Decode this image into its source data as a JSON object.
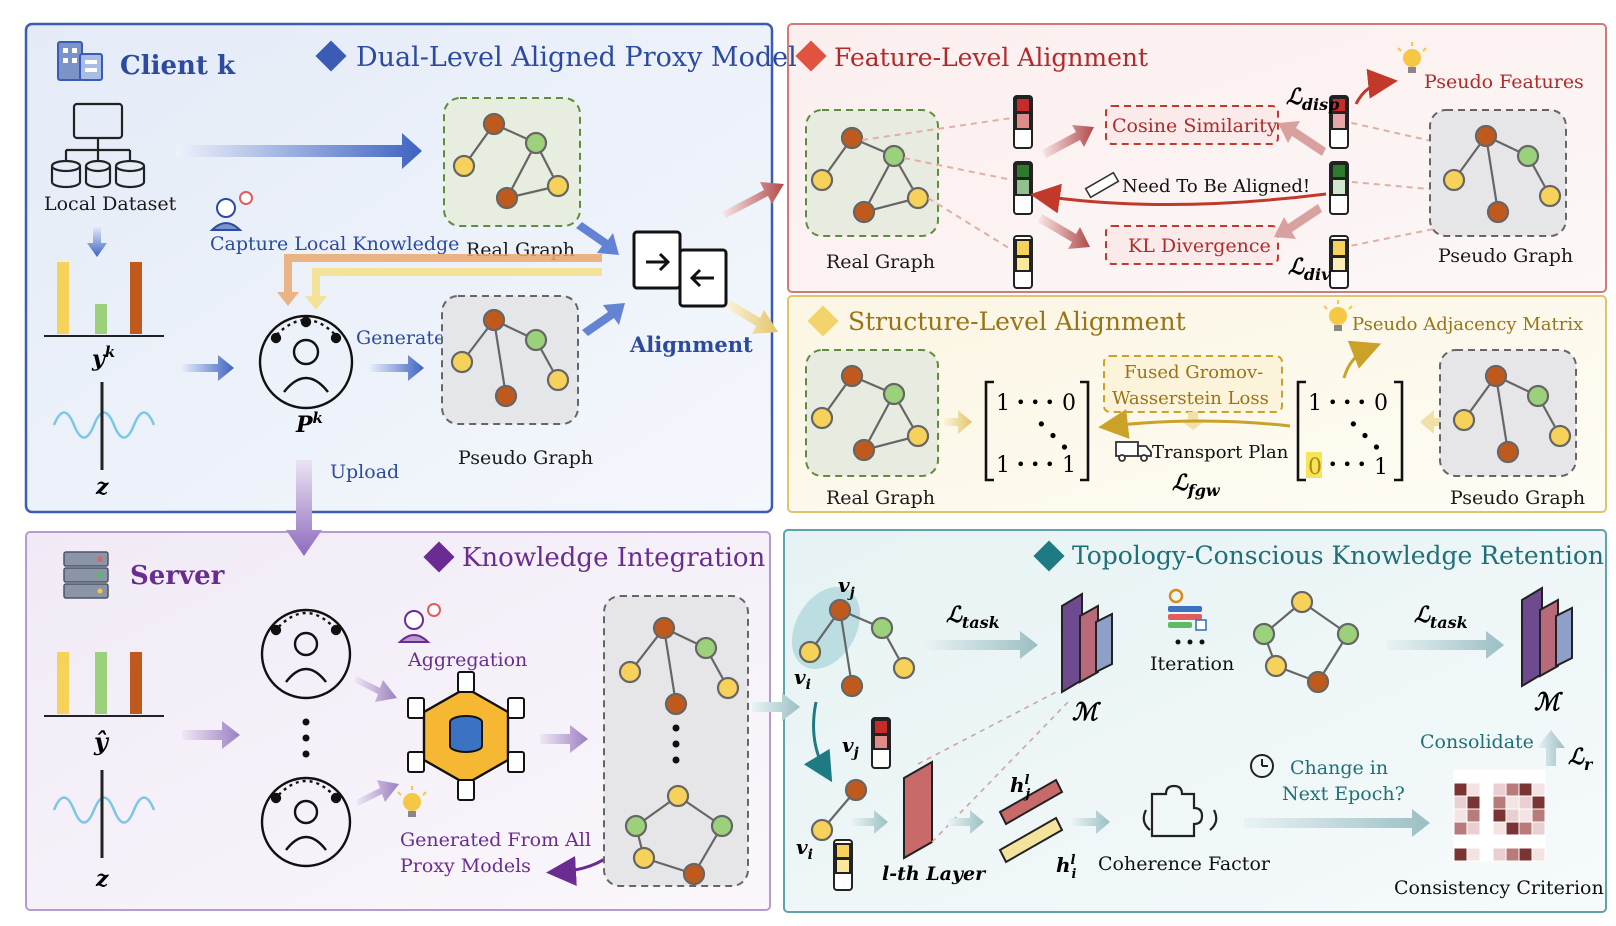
{
  "colors": {
    "blue": "#3b5bb5",
    "red": "#c0392b",
    "gold": "#b8860b",
    "purple": "#6a2c91",
    "teal": "#1e7b84",
    "node_orange": "#c05a1c",
    "node_green": "#9bd17a",
    "node_yellow": "#f6d25a"
  },
  "client": {
    "title": "Client k",
    "panel_title": "Dual-Level Aligned Proxy Model",
    "local_dataset": "Local Dataset",
    "capture": "Capture Local Knowledge",
    "real_graph": "Real Graph",
    "pseudo_graph": "Pseudo Graph",
    "generate": "Generate",
    "alignment": "Alignment",
    "upload": "Upload",
    "y_label": "y",
    "y_sup": "k",
    "p_label": "P",
    "p_sup": "k",
    "z_label": "z"
  },
  "feature": {
    "title": "Feature-Level Alignment",
    "cosine": "Cosine Similarity",
    "kl": "KL Divergence",
    "need": "Need To Be Aligned!",
    "pseudo_features": "Pseudo Features",
    "real_graph": "Real Graph",
    "pseudo_graph": "Pseudo Graph",
    "l_disp": "disp",
    "l_div": "div",
    "l_symbol": "ℒ"
  },
  "structure": {
    "title": "Structure-Level Alignment",
    "pseudo_adj": "Pseudo Adjacency Matrix",
    "fgw_line1": "Fused Gromov-",
    "fgw_line2": "Wasserstein Loss",
    "transport": "Transport Plan",
    "real_graph": "Real Graph",
    "pseudo_graph": "Pseudo Graph",
    "l_fgw": "fgw",
    "m_one": "1",
    "m_zero": "0",
    "m_dots": "• • •"
  },
  "server": {
    "title": "Server",
    "panel_title": "Knowledge Integration",
    "aggregation": "Aggregation",
    "generated_line1": "Generated From All",
    "generated_line2": "Proxy Models",
    "y_hat": "ŷ",
    "z_label": "z"
  },
  "topology": {
    "title": "Topology-Conscious Knowledge Retention",
    "l_task": "task",
    "iteration": "Iteration",
    "model": "ℳ",
    "vj": "v",
    "vi": "v",
    "sub_j": "j",
    "sub_i": "i",
    "lth_layer": "l-th Layer",
    "h_j": "h",
    "h_i": "h",
    "coherence": "Coherence Factor",
    "change_line1": "Change in",
    "change_line2": "Next Epoch?",
    "consolidate": "Consolidate",
    "l_r": "r",
    "consistency": "Consistency Criterion"
  }
}
